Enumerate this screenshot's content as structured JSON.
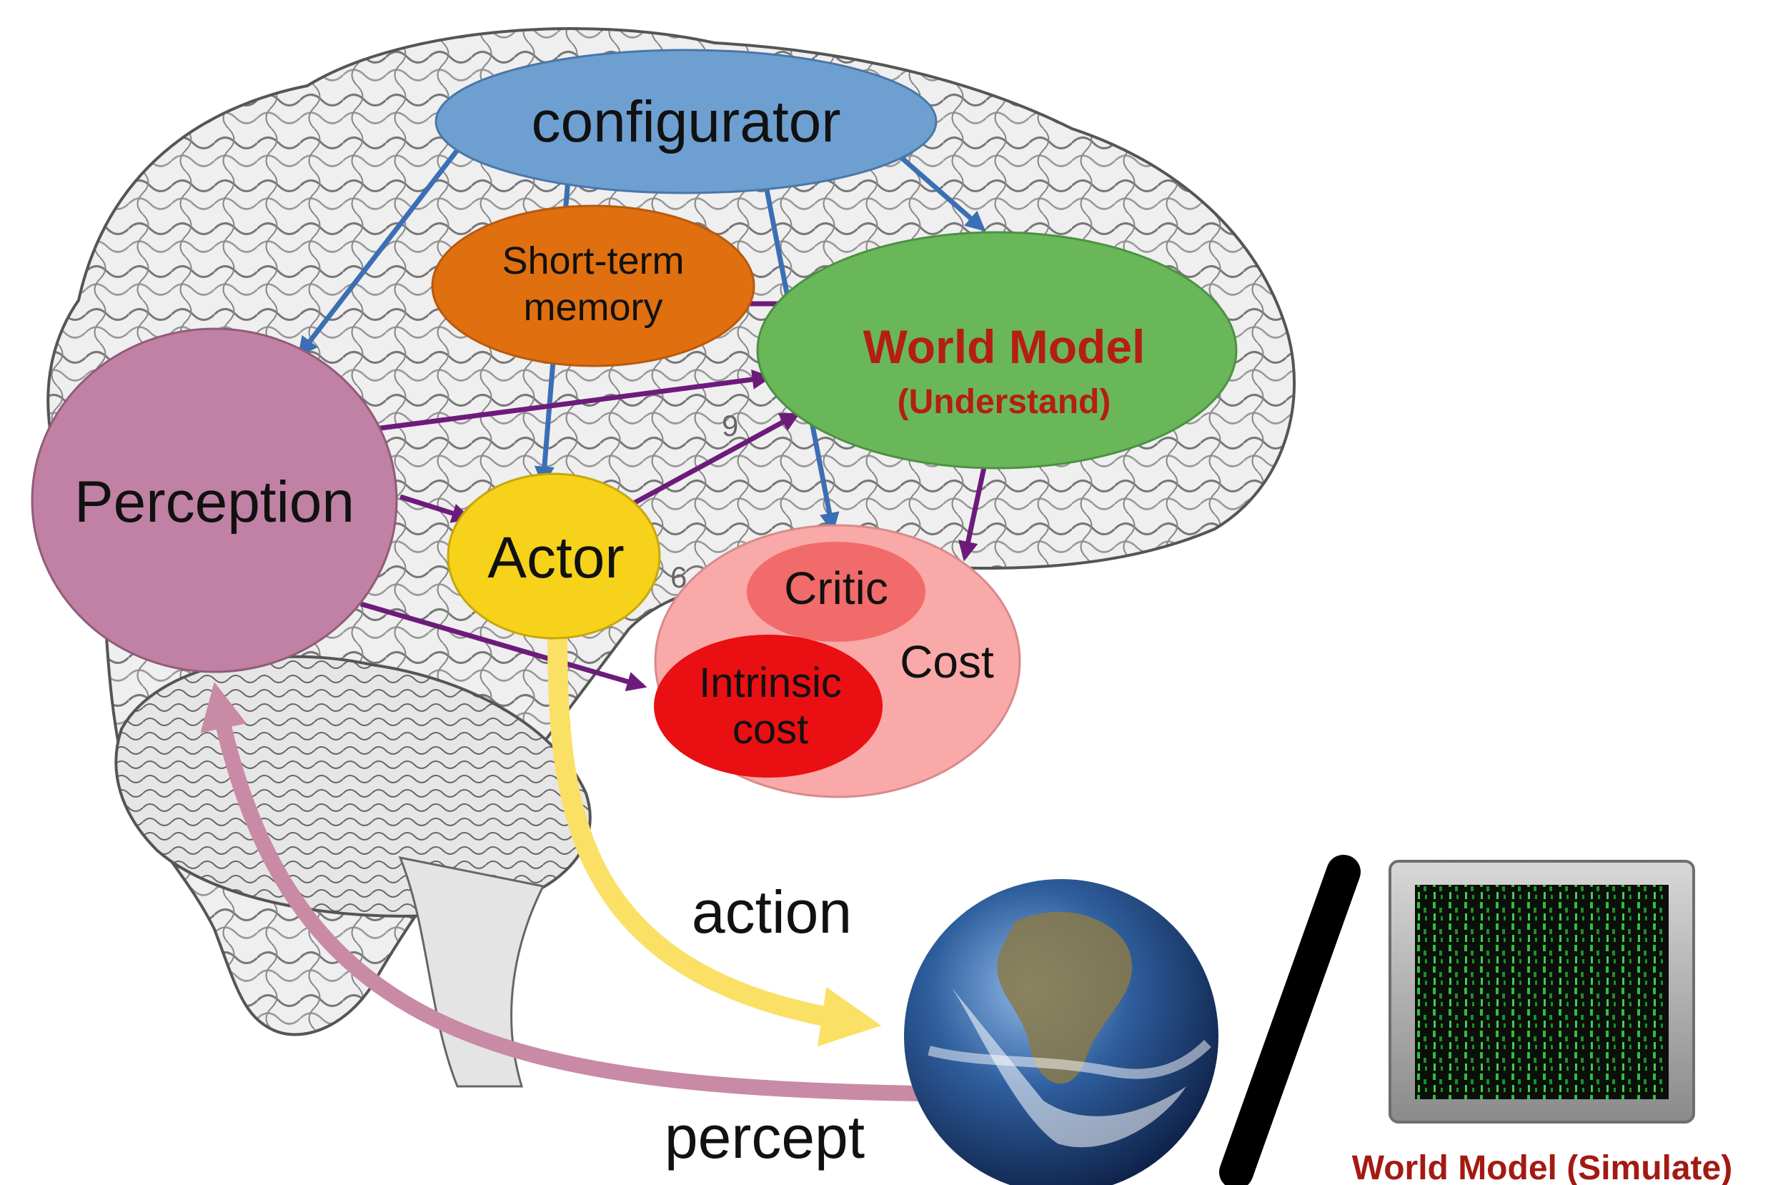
{
  "nodes": {
    "configurator": "configurator",
    "short_term_memory": [
      "Short-term",
      "memory"
    ],
    "world_model": {
      "title": "World Model",
      "subtitle": "(Understand)"
    },
    "perception": "Perception",
    "actor": "Actor",
    "cost": {
      "label": "Cost",
      "critic": "Critic",
      "intrinsic_cost": [
        "Intrinsic",
        "cost"
      ]
    }
  },
  "flow_labels": {
    "action": "action",
    "percept": "percept"
  },
  "brain_region_numbers": [
    "9",
    "6"
  ],
  "simulator_caption": "World Model (Simulate)",
  "colors": {
    "configurator": "#6e9fd1",
    "short_term_memory": "#e06f10",
    "world_model": "#6ab75a",
    "world_model_text": "#b41e14",
    "perception": "#c081a4",
    "actor": "#f6d21a",
    "cost": "#f8a9a8",
    "critic": "#f06b69",
    "intrinsic_cost": "#e90f12",
    "blue_arrow": "#3b6fb5",
    "purple_arrow": "#6d1b7b",
    "action_arrow": "#fbe066",
    "percept_arrow": "#c98aa6",
    "caption": "#a31a13"
  },
  "icons": [
    "brain-illustration",
    "earth-globe-image",
    "matrix-screen-icon"
  ]
}
